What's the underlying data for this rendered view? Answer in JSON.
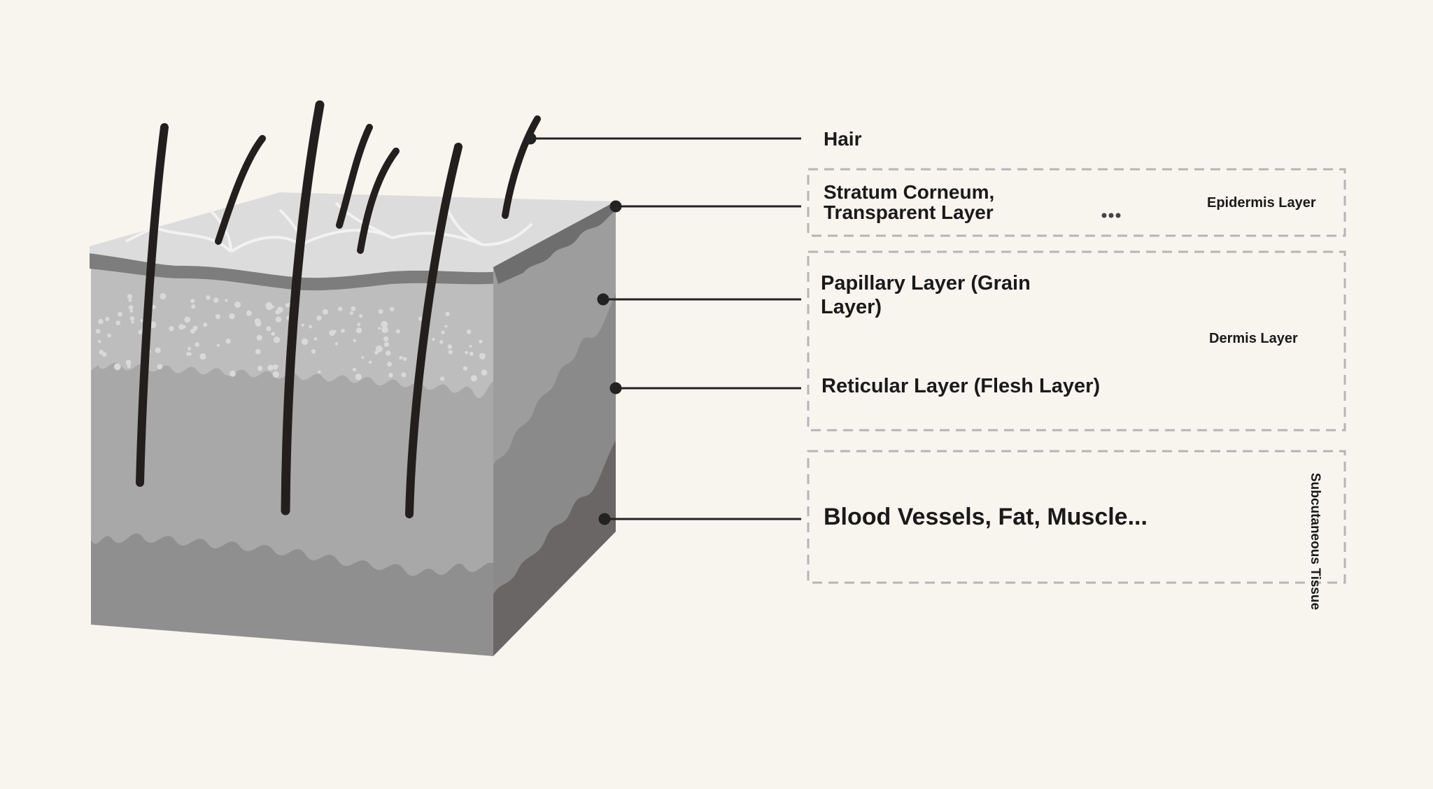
{
  "diagram": {
    "labels": {
      "hair": "Hair",
      "stratum_line1": "Stratum Corneum,",
      "stratum_line2": "Transparent Layer",
      "papillary_line1": "Papillary Layer (Grain",
      "papillary_line2": "Layer)",
      "reticular": "Reticular Layer (Flesh Layer)",
      "subcutaneous_content": "Blood Vessels, Fat, Muscle..."
    },
    "groups": {
      "epidermis": "Epidermis Layer",
      "dermis": "Dermis Layer",
      "subcutaneous": "Subcutaneous Tissue"
    }
  },
  "colors": {
    "background": "#f8f5ef",
    "surface_top": "#dcdcdc",
    "epidermis_band": "#7d7d7d",
    "papillary": "#b8b8b8",
    "reticular": "#a8a8a8",
    "subcutaneous_front": "#8f8f8f",
    "side_papillary": "#9d9d9d",
    "side_reticular": "#8a8a8a",
    "side_subcutaneous": "#6b6666",
    "hair": "#231f1e",
    "leader": "#222222",
    "group_border": "#b5b5b5"
  }
}
